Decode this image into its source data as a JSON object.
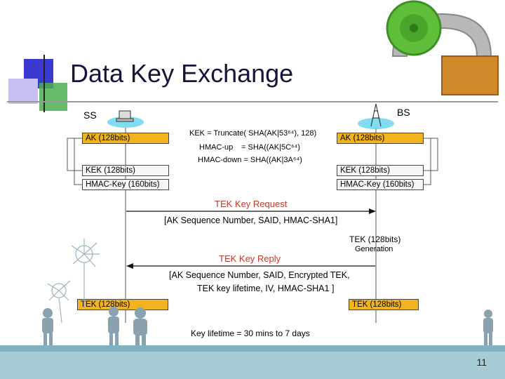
{
  "slide": {
    "title": "Data Key Exchange",
    "page_number": "11"
  },
  "diagram": {
    "ss_label": "SS",
    "bs_label": "BS",
    "ss_keys": {
      "ak": "AK (128bits)",
      "kek": "KEK (128bits)",
      "hmac": "HMAC-Key (160bits)",
      "tek": "TEK (128bits)"
    },
    "bs_keys": {
      "ak": "AK (128bits)",
      "kek": "KEK (128bits)",
      "hmac": "HMAC-Key (160bits)",
      "tek": "TEK (128bits)"
    },
    "formulas": {
      "kek": "KEK = Truncate( SHA(AK|53⁶⁴), 128)",
      "hmac_up_label": "HMAC-up",
      "hmac_up_eq": "= SHA((AK|5C⁶⁴)",
      "hmac_down": "HMAC-down = SHA((AK|3A⁶⁴)"
    },
    "request": {
      "label": "TEK Key Request",
      "content": "AK Sequence Number, SAID, HMAC-SHA1"
    },
    "generation": {
      "line1": "TEK (128bits)",
      "line2": "Generation"
    },
    "reply": {
      "label": "TEK Key Reply",
      "content_line1": "AK Sequence Number, SAID, Encrypted TEK,",
      "content_line2": "TEK key lifetime, IV, HMAC-SHA1"
    },
    "lifetime": "Key lifetime = 30 mins to 7 days"
  },
  "colors": {
    "key_box": "#f2b41e",
    "arrow_label": "#c0392b",
    "bar": "#a6ccd6"
  },
  "icons": [
    "padlock-icon",
    "laptop-icon",
    "antenna-tower-icon",
    "dandelion-icon",
    "children-silhouette-icon"
  ]
}
